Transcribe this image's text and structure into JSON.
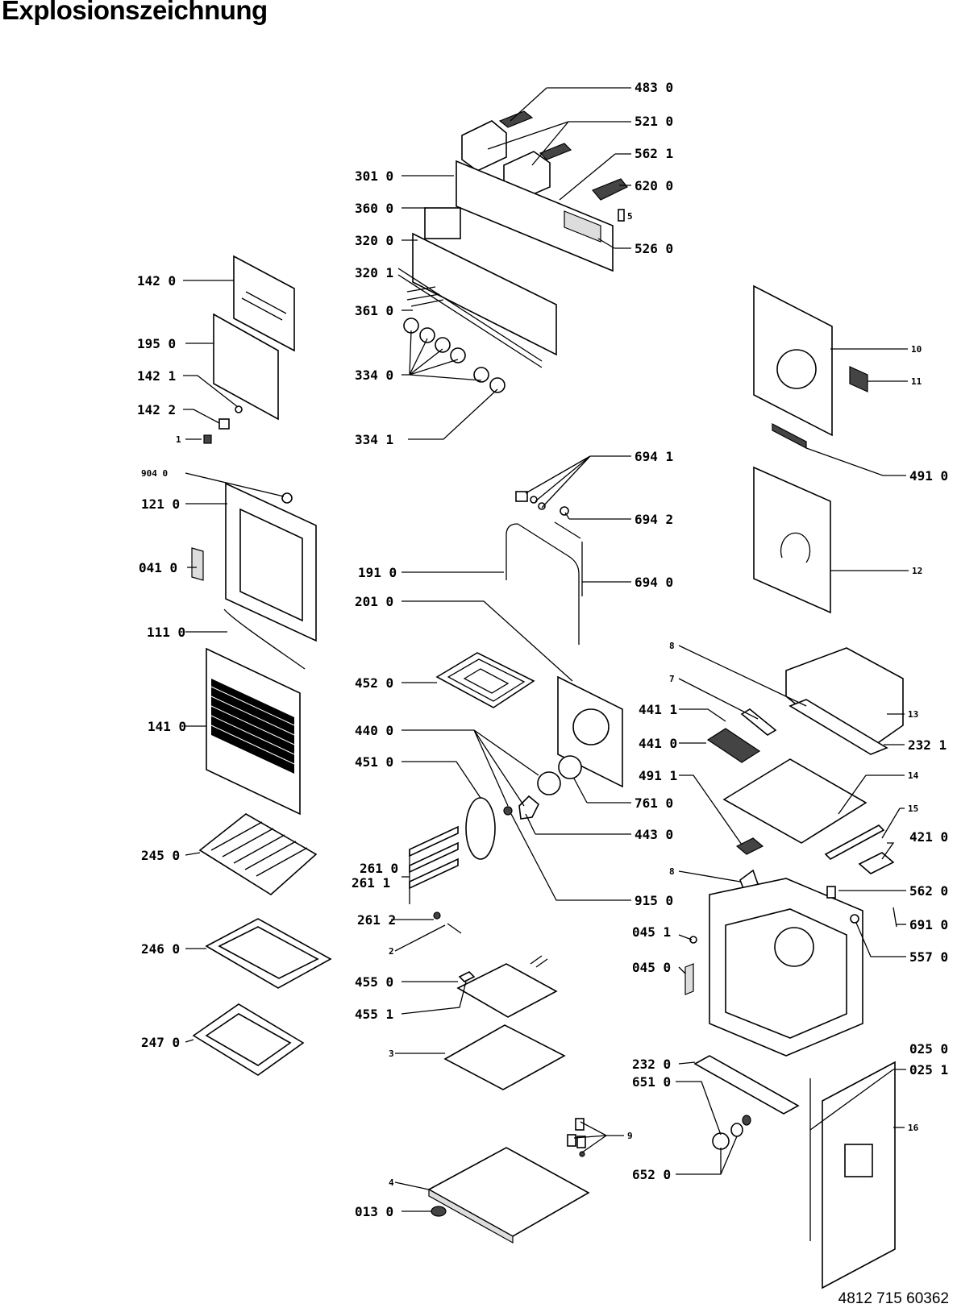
{
  "title": "Explosionszeichnung",
  "doc_number": "4812 715 60362",
  "labels": [
    {
      "id": "483-0",
      "text": "483 0"
    },
    {
      "id": "521-0",
      "text": "521 0"
    },
    {
      "id": "562-1",
      "text": "562 1"
    },
    {
      "id": "301-0",
      "text": "301 0"
    },
    {
      "id": "620-0",
      "text": "620 0"
    },
    {
      "id": "360-0",
      "text": "360 0"
    },
    {
      "id": "5",
      "text": "5"
    },
    {
      "id": "320-0",
      "text": "320 0"
    },
    {
      "id": "526-0",
      "text": "526 0"
    },
    {
      "id": "320-1",
      "text": "320 1"
    },
    {
      "id": "142-0",
      "text": "142 0"
    },
    {
      "id": "361-0",
      "text": "361 0"
    },
    {
      "id": "195-0",
      "text": "195 0"
    },
    {
      "id": "10",
      "text": "10"
    },
    {
      "id": "142-1",
      "text": "142 1"
    },
    {
      "id": "334-0",
      "text": "334 0"
    },
    {
      "id": "11",
      "text": "11"
    },
    {
      "id": "142-2",
      "text": "142 2"
    },
    {
      "id": "1",
      "text": "1"
    },
    {
      "id": "334-1",
      "text": "334 1"
    },
    {
      "id": "694-1",
      "text": "694 1"
    },
    {
      "id": "904-0",
      "text": "904 0"
    },
    {
      "id": "491-0",
      "text": "491 0"
    },
    {
      "id": "121-0",
      "text": "121 0"
    },
    {
      "id": "694-2",
      "text": "694 2"
    },
    {
      "id": "041-0",
      "text": "041 0"
    },
    {
      "id": "191-0",
      "text": "191 0"
    },
    {
      "id": "12",
      "text": "12"
    },
    {
      "id": "694-0",
      "text": "694 0"
    },
    {
      "id": "201-0",
      "text": "201 0"
    },
    {
      "id": "111-0",
      "text": "111 0"
    },
    {
      "id": "8a",
      "text": "8"
    },
    {
      "id": "452-0",
      "text": "452 0"
    },
    {
      "id": "7",
      "text": "7"
    },
    {
      "id": "441-1",
      "text": "441 1"
    },
    {
      "id": "13",
      "text": "13"
    },
    {
      "id": "141-0",
      "text": "141 0"
    },
    {
      "id": "440-0",
      "text": "440 0"
    },
    {
      "id": "441-0",
      "text": "441 0"
    },
    {
      "id": "232-1",
      "text": "232 1"
    },
    {
      "id": "451-0",
      "text": "451 0"
    },
    {
      "id": "491-1",
      "text": "491 1"
    },
    {
      "id": "14",
      "text": "14"
    },
    {
      "id": "761-0",
      "text": "761 0"
    },
    {
      "id": "15",
      "text": "15"
    },
    {
      "id": "245-0",
      "text": "245 0"
    },
    {
      "id": "443-0",
      "text": "443 0"
    },
    {
      "id": "421-0",
      "text": "421 0"
    },
    {
      "id": "261-0",
      "text": "261 0"
    },
    {
      "id": "261-1",
      "text": "261 1"
    },
    {
      "id": "8b",
      "text": "8"
    },
    {
      "id": "562-0",
      "text": "562 0"
    },
    {
      "id": "915-0",
      "text": "915 0"
    },
    {
      "id": "261-2",
      "text": "261 2"
    },
    {
      "id": "045-1",
      "text": "045 1"
    },
    {
      "id": "691-0",
      "text": "691 0"
    },
    {
      "id": "2",
      "text": "2"
    },
    {
      "id": "246-0",
      "text": "246 0"
    },
    {
      "id": "557-0",
      "text": "557 0"
    },
    {
      "id": "455-0",
      "text": "455 0"
    },
    {
      "id": "045-0",
      "text": "045 0"
    },
    {
      "id": "455-1",
      "text": "455 1"
    },
    {
      "id": "247-0",
      "text": "247 0"
    },
    {
      "id": "232-0",
      "text": "232 0"
    },
    {
      "id": "025-0",
      "text": "025 0"
    },
    {
      "id": "025-1",
      "text": "025 1"
    },
    {
      "id": "3",
      "text": "3"
    },
    {
      "id": "651-0",
      "text": "651 0"
    },
    {
      "id": "16",
      "text": "16"
    },
    {
      "id": "9",
      "text": "9"
    },
    {
      "id": "652-0",
      "text": "652 0"
    },
    {
      "id": "4",
      "text": "4"
    },
    {
      "id": "013-0",
      "text": "013 0"
    }
  ]
}
